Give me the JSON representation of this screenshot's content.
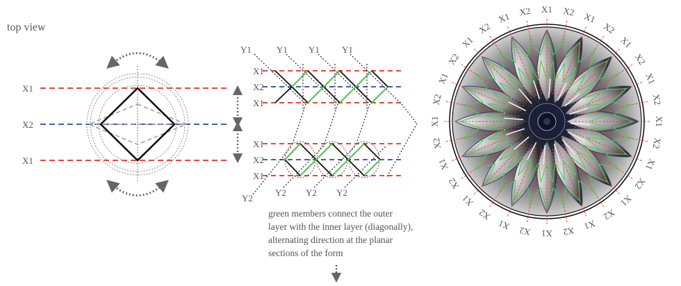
{
  "header": {
    "title": "top view"
  },
  "colors": {
    "x1_line": "#e8453c",
    "x2_line": "#3f5fa8",
    "green_member": "#5cc35a",
    "black_member": "#111111",
    "guide": "#777777",
    "label": "#555555"
  },
  "left_diagram": {
    "labels": {
      "x1_top": "X1",
      "x2": "X2",
      "x1_bottom": "X1"
    }
  },
  "middle_diagram": {
    "top": {
      "y_labels": [
        "Y1",
        "Y1",
        "Y1",
        "Y1"
      ],
      "x_labels": [
        "X1",
        "X2",
        "X1"
      ]
    },
    "bottom": {
      "x_labels": [
        "X1",
        "X2",
        "X1"
      ],
      "y_labels": [
        "Y2",
        "Y2",
        "Y2",
        "Y2"
      ]
    },
    "caption_lines": [
      "green members connect the outer",
      "layer with the inner layer (diagonally),",
      "alternating direction at the planar",
      "sections of the form"
    ]
  },
  "right_diagram": {
    "ring_labels": [
      "X1",
      "X2",
      "X1",
      "X2",
      "X1",
      "X2",
      "X1",
      "X2",
      "X1",
      "X2",
      "X1",
      "X2",
      "X1",
      "X2",
      "X1",
      "X2",
      "X1",
      "X2",
      "X1",
      "X2",
      "X1",
      "X2",
      "X1",
      "X2",
      "X1",
      "X2",
      "X1",
      "X2",
      "X1",
      "X2",
      "X1",
      "X2"
    ]
  }
}
